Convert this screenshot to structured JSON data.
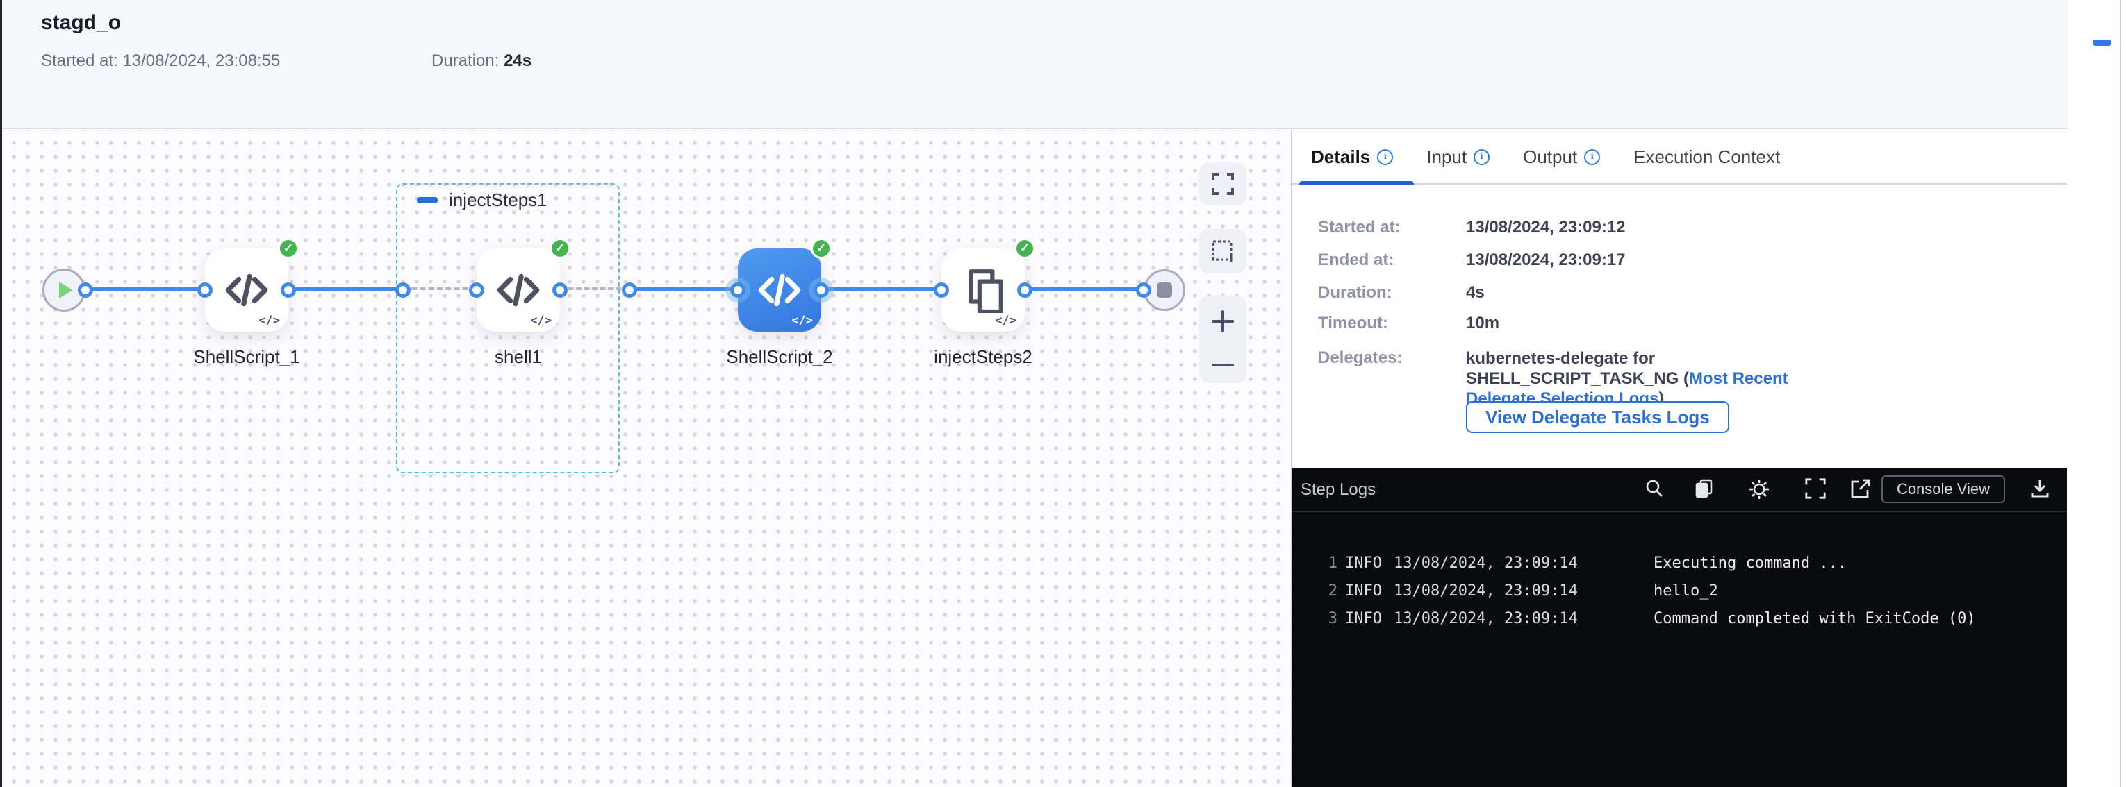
{
  "header": {
    "title": "stagd_o",
    "started": "Started at: 13/08/2024, 23:08:55",
    "duration_label": "Duration: ",
    "duration_value": "24s"
  },
  "pipeline": {
    "group_label": "injectSteps1",
    "nodes": [
      {
        "label": "ShellScript_1",
        "status": "success"
      },
      {
        "label": "shell1",
        "status": "success"
      },
      {
        "label": "ShellScript_2",
        "status": "success",
        "selected": true
      },
      {
        "label": "injectSteps2",
        "status": "success"
      }
    ],
    "mini_glyph": "</>",
    "check_glyph": "✓",
    "colors": {
      "link_blue": "#3f8ae8",
      "selected_node": "#3b82e6",
      "success_green": "#43b450",
      "group_dashed": "#5ab8ea"
    }
  },
  "tabs": {
    "details": "Details",
    "input": "Input",
    "output": "Output",
    "execution_context": "Execution Context",
    "info_glyph": "i"
  },
  "details": {
    "rows": [
      {
        "label": "Started at:",
        "value": "13/08/2024, 23:09:12"
      },
      {
        "label": "Ended at:",
        "value": "13/08/2024, 23:09:17"
      },
      {
        "label": "Duration:",
        "value": "4s"
      },
      {
        "label": "Timeout:",
        "value": "10m"
      }
    ],
    "delegates": {
      "label": "Delegates:",
      "prefix": "kubernetes-delegate for SHELL_SCRIPT_TASK_NG (",
      "link": "Most Recent Delegate Selection Logs",
      "suffix": ")"
    },
    "button": "View Delegate Tasks Logs",
    "accent": "#2e6fd6"
  },
  "console": {
    "title": "Step Logs",
    "console_view": "Console View",
    "background": "#0a0b0f",
    "icons": [
      "search-icon",
      "copy-icon",
      "gear-icon",
      "fullscreen-icon",
      "external-link-icon",
      "download-icon"
    ],
    "lines": [
      {
        "num": "1",
        "level": "INFO",
        "time": "13/08/2024, 23:09:14",
        "message": "Executing command ..."
      },
      {
        "num": "2",
        "level": "INFO",
        "time": "13/08/2024, 23:09:14",
        "message": "hello_2"
      },
      {
        "num": "3",
        "level": "INFO",
        "time": "13/08/2024, 23:09:14",
        "message": "Command completed with ExitCode (0)"
      }
    ]
  }
}
